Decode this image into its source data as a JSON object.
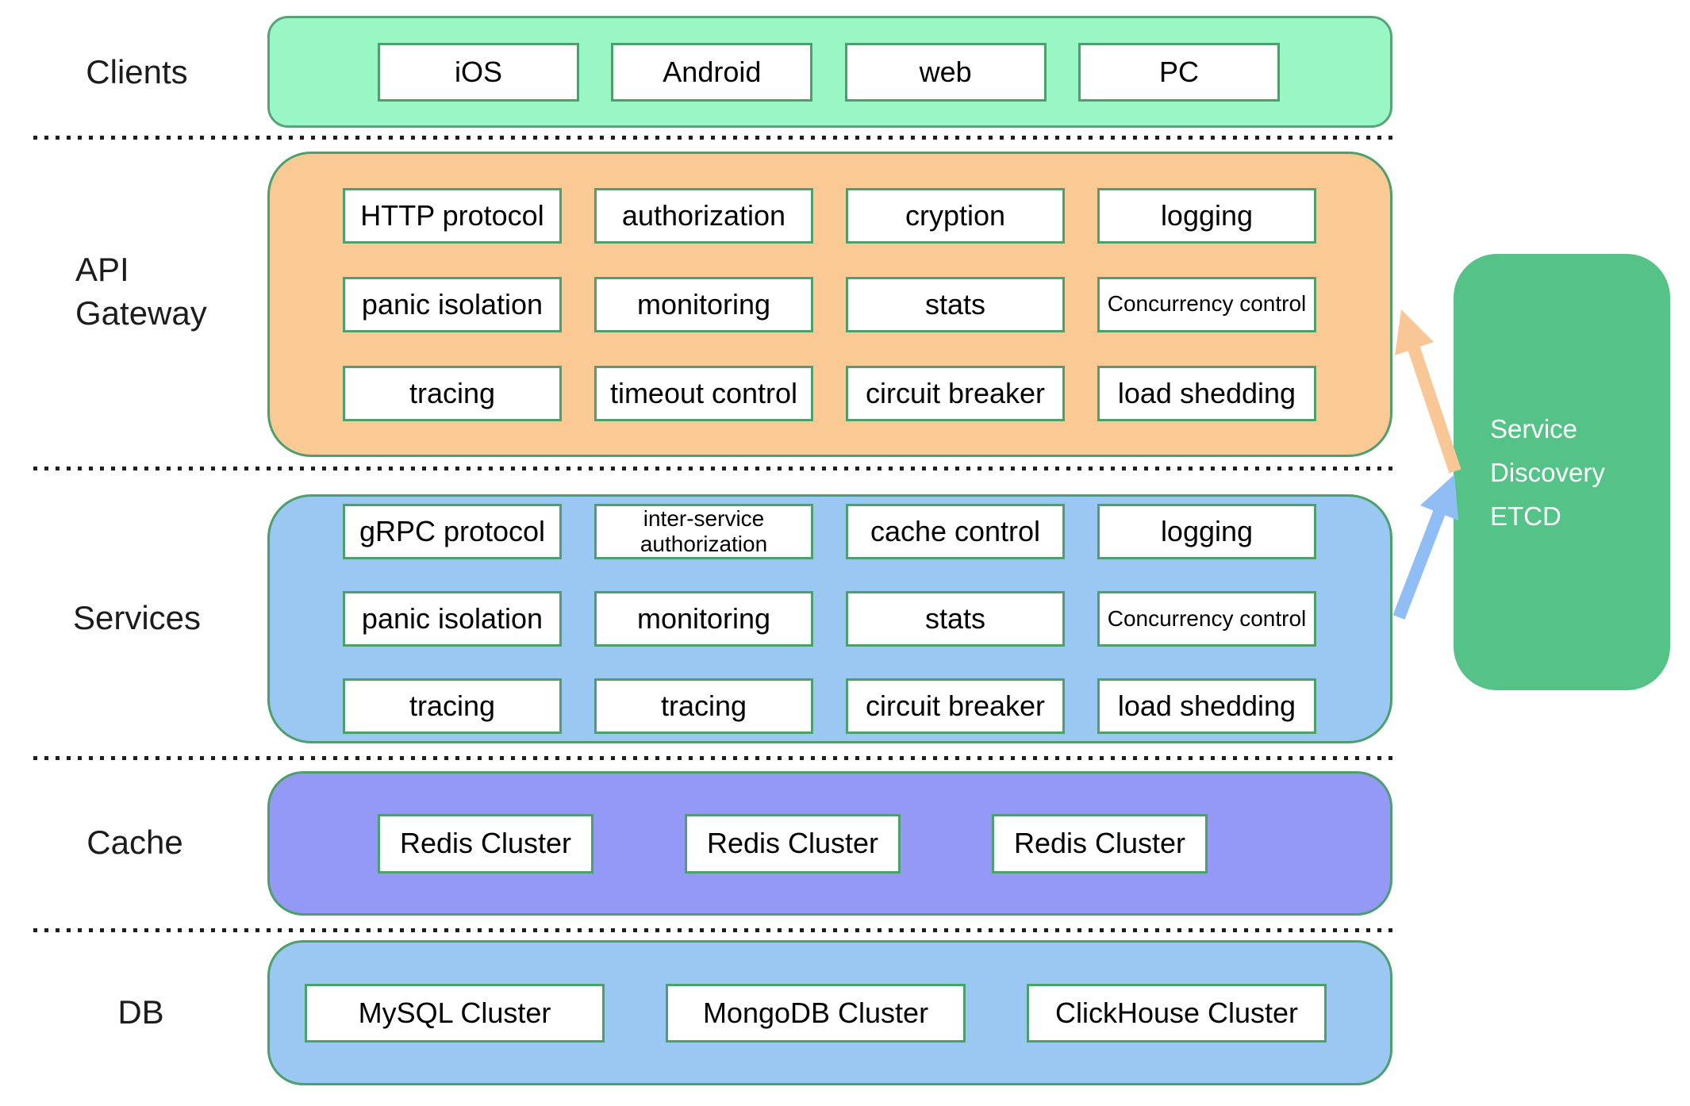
{
  "layers": [
    {
      "label": "Clients",
      "cells": [
        "iOS",
        "Android",
        "web",
        "PC"
      ]
    },
    {
      "label": "API Gateway",
      "cells": [
        "HTTP protocol",
        "authorization",
        "cryption",
        "logging",
        "panic isolation",
        "monitoring",
        "stats",
        "Concurrency control",
        "tracing",
        "timeout control",
        "circuit breaker",
        "load shedding"
      ]
    },
    {
      "label": "Services",
      "cells": [
        "gRPC protocol",
        "inter-service authorization",
        "cache control",
        "logging",
        "panic isolation",
        "monitoring",
        "stats",
        "Concurrency control",
        "tracing",
        "tracing",
        "circuit breaker",
        "load shedding"
      ]
    },
    {
      "label": "Cache",
      "cells": [
        "Redis Cluster",
        "Redis Cluster",
        "Redis Cluster"
      ]
    },
    {
      "label": "DB",
      "cells": [
        "MySQL Cluster",
        "MongoDB Cluster",
        "ClickHouse Cluster"
      ]
    }
  ],
  "service_discovery": {
    "label": "Service Discovery ETCD"
  },
  "colors": {
    "clients_fill": "#98f7c5",
    "clients_border": "#58a476",
    "api_fill": "#fbc994",
    "services_fill": "#9ac8f3",
    "cache_fill": "#9499f6",
    "db_fill": "#9ac8f3",
    "box_border": "#4d9f6c",
    "cell_border": "#4d9f6c",
    "etcd_fill": "#55c287",
    "arrow_orange": "#f9c795",
    "arrow_blue": "#8fbdf4",
    "separator_dot": "#1f1f1f"
  }
}
